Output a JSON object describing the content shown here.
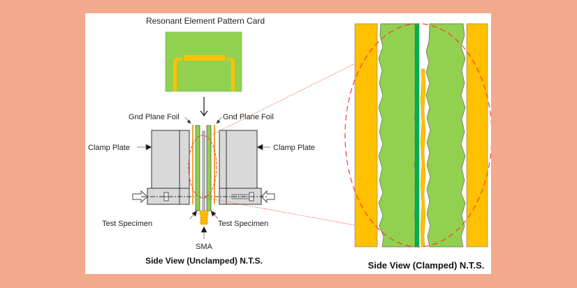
{
  "figure": {
    "card_title": "Resonant Element Pattern Card",
    "labels": {
      "gnd_plane_foil_left": "Gnd Plane Foil",
      "gnd_plane_foil_right": "Gnd Plane Foil",
      "clamp_plate_left": "Clamp Plate",
      "clamp_plate_right": "Clamp Plate",
      "test_specimen_left": "Test Specimen",
      "test_specimen_right": "Test Specimen",
      "sma": "SMA"
    },
    "unclamped_caption": "Side View (Unclamped) N.T.S.",
    "clamped_caption": "Side View (Clamped) N.T.S."
  },
  "colors": {
    "background": "#f3a98b",
    "panel": "#ffffff",
    "specimen_green": "#92d050",
    "trace_orange": "#ffc000",
    "foil_orange": "#f4b183",
    "dark_green": "#00b050",
    "clamp_gray": "#d9d9d9",
    "callout_red": "#ff0000"
  }
}
